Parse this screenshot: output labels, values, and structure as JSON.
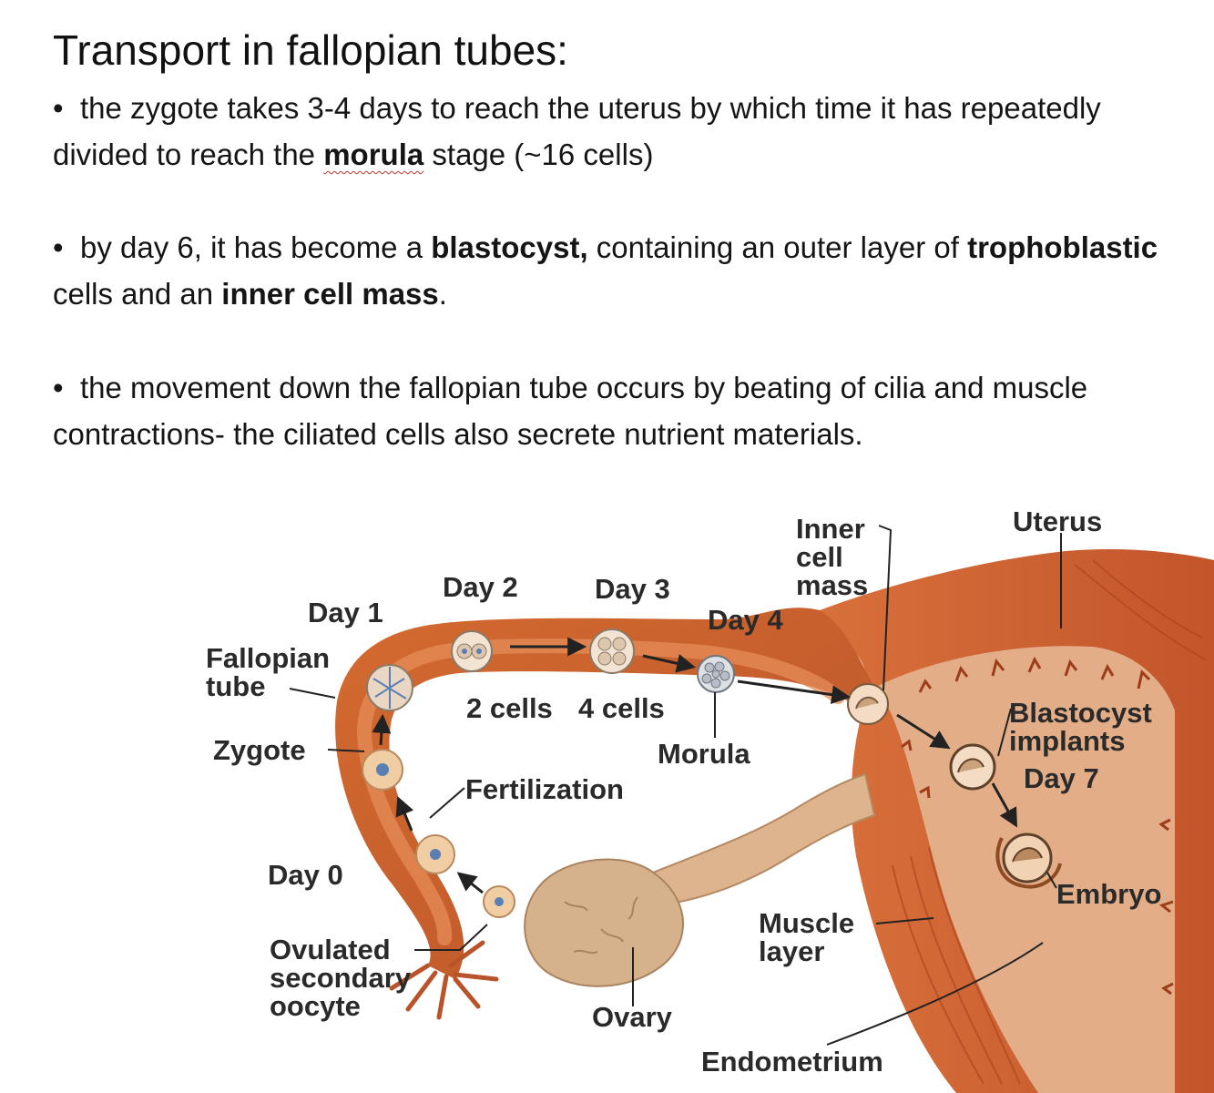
{
  "slide": {
    "title": "Transport in fallopian tubes:",
    "bullets": [
      {
        "pre": "the zygote takes 3-4 days to reach the uterus by which time it has repeatedly divided to reach the ",
        "term": "morula",
        "post": " stage (~16 cells)"
      },
      {
        "pre": "by day 6, it has become a ",
        "term1": "blastocyst,",
        "mid1": " containing an outer layer of ",
        "term2": "trophoblastic",
        "mid2": " cells and an ",
        "term3": "inner cell mass",
        "post": "."
      },
      {
        "text": "the movement down the fallopian tube occurs by beating of cilia and muscle contractions- the ciliated cells also secrete nutrient materials."
      }
    ]
  },
  "diagram": {
    "labels": {
      "day1": "Day 1",
      "day2": "Day 2",
      "day3": "Day 3",
      "day4": "Day 4",
      "day0": "Day 0",
      "fallopian_tube": "Fallopian\ntube",
      "zygote": "Zygote",
      "two_cells": "2 cells",
      "four_cells": "4 cells",
      "morula": "Morula",
      "fertilization": "Fertilization",
      "inner_cell_mass": "Inner\ncell\nmass",
      "uterus": "Uterus",
      "blastocyst_implants": "Blastocyst\nimplants",
      "day7": "Day 7",
      "embryo": "Embryo",
      "ovulated_oocyte": "Ovulated\nsecondary\noocyte",
      "ovary": "Ovary",
      "muscle_layer": "Muscle\nlayer",
      "endometrium": "Endometrium"
    },
    "colors": {
      "tube": "#c8602c",
      "tube_light": "#e08a52",
      "uterus_wall": "#cf6232",
      "endometrium": "#e8b894",
      "ovary": "#d9b690",
      "cell": "#f1cda3",
      "nucleus": "#5a7fb5"
    }
  }
}
